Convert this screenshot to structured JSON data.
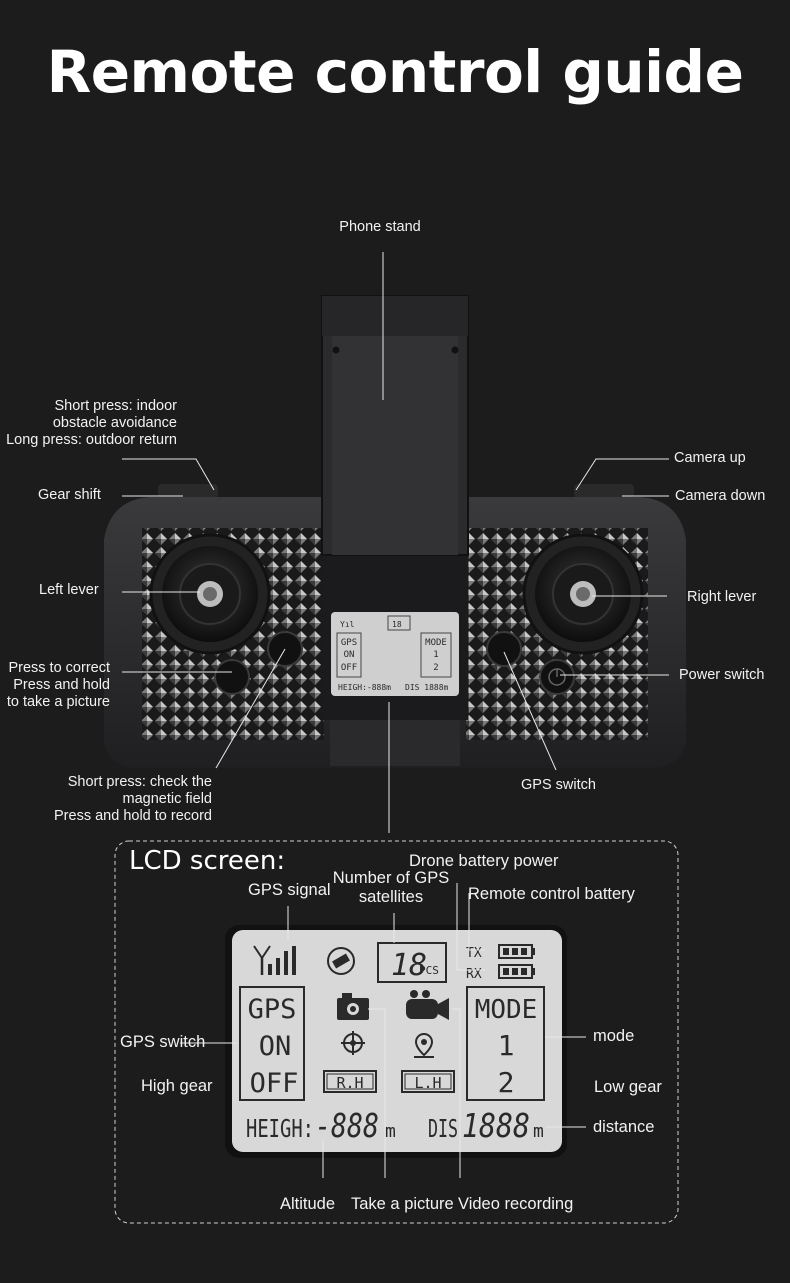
{
  "title": "Remote control guide",
  "controller_labels": {
    "phone_stand": "Phone stand",
    "short_press_indoor": [
      "Short press: indoor",
      "obstacle avoidance",
      "Long press: outdoor return"
    ],
    "gear_shift": "Gear shift",
    "camera_up": "Camera up",
    "camera_down": "Camera down",
    "left_lever": "Left lever",
    "right_lever": "Right lever",
    "press_to_correct": [
      "Press to correct",
      "Press and hold",
      "to take a picture"
    ],
    "power_switch": "Power switch",
    "gps_switch": "GPS switch",
    "short_press_check": [
      "Short press: check the",
      "magnetic field",
      "Press and hold to record"
    ]
  },
  "lcd_section": {
    "heading": "LCD screen:",
    "labels": {
      "drone_battery_power": "Drone battery power",
      "gps_signal": "GPS signal",
      "number_of_gps": [
        "Number of GPS",
        "satellites"
      ],
      "remote_control_battery": "Remote control battery",
      "gps_switch": "GPS switch",
      "high_gear": "High gear",
      "mode": "mode",
      "low_gear": "Low gear",
      "distance": "distance",
      "altitude": "Altitude",
      "take_a_picture": "Take a picture",
      "video_recording": "Video recording"
    },
    "display": {
      "satellites": "18",
      "satellites_unit": "PCS",
      "tx": "TX",
      "rx": "RX",
      "gps": "GPS",
      "on": "ON",
      "off": "OFF",
      "rh": "R.H",
      "lh": "L.H",
      "mode": "MODE",
      "mode_1": "1",
      "mode_2": "2",
      "heigh_label": "HEIGH:",
      "heigh_value": "-888",
      "heigh_unit": "m",
      "dis_label": "DIS",
      "dis_value": "1888",
      "dis_unit": "m"
    }
  },
  "colors": {
    "background": "#1c1c1c",
    "controller_body": "#2c2c2e",
    "lcd_background": "#d8d8d8",
    "lcd_text": "#2a2a2a",
    "label_text": "#f2f2f2"
  },
  "icons": [
    "signal-icon",
    "satellite-icon",
    "camera-icon",
    "video-camera-icon",
    "compass-icon",
    "location-pin-icon",
    "battery-icon"
  ]
}
